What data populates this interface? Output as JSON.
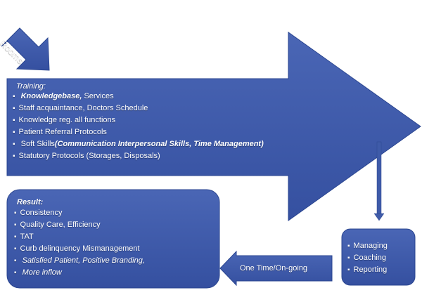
{
  "rooms_label": "Rooms",
  "training": {
    "title": "Training:",
    "items": [
      {
        "bold": "Knowledgebase,",
        "rest": " Services"
      },
      {
        "bold": "",
        "rest": "Staff acquaintance, Doctors Schedule"
      },
      {
        "bold": "",
        "rest": "Knowledge reg. all functions"
      },
      {
        "bold": "",
        "rest": "Patient Referral Protocols"
      },
      {
        "bold": "",
        "rest": "Soft Skills",
        "bold2": "(Communication Interpersonal Skills, Time  Management)"
      },
      {
        "bold": "",
        "rest": "Statutory Protocols (Storages, Disposals)"
      }
    ]
  },
  "result": {
    "title": "Result:",
    "items": [
      "Consistency",
      "Quality Care, Efficiency",
      "TAT",
      "Curb delinquency  Mismanagement"
    ],
    "last_line1": "Satisfied Patient, Positive Branding,",
    "last_line2": "More inflow"
  },
  "managing": {
    "items": [
      "Managing",
      "Coaching",
      "Reporting"
    ]
  },
  "return_label": "One Time/On-going",
  "colors": {
    "fill": "#3f5ba9",
    "stroke": "#2b4690"
  }
}
